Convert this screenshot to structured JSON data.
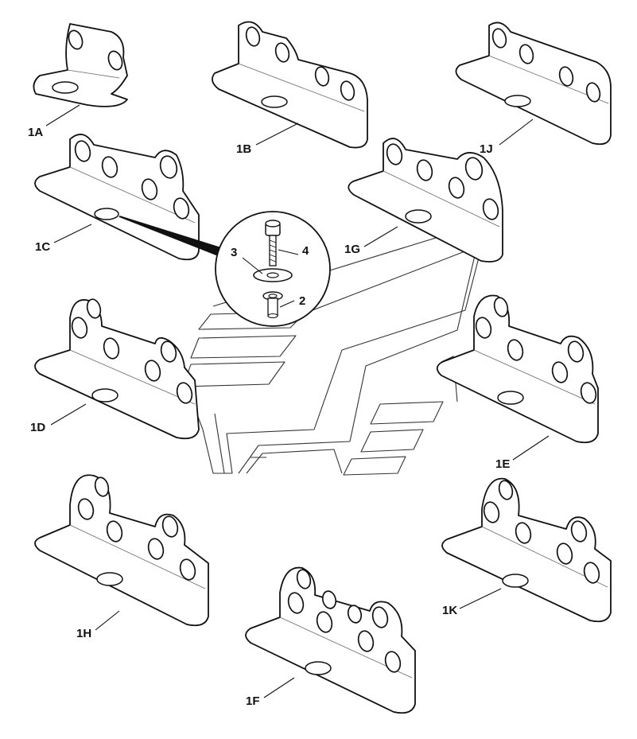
{
  "callouts": {
    "bracket_1a": "1A",
    "bracket_1b": "1B",
    "bracket_1j": "1J",
    "bracket_1c": "1C",
    "bracket_1g": "1G",
    "bracket_1d": "1D",
    "bracket_1e": "1E",
    "bracket_1h": "1H",
    "bracket_1k": "1K",
    "bracket_1f": "1F",
    "detail_nut": "2",
    "detail_washer": "3",
    "detail_screw": "4"
  }
}
